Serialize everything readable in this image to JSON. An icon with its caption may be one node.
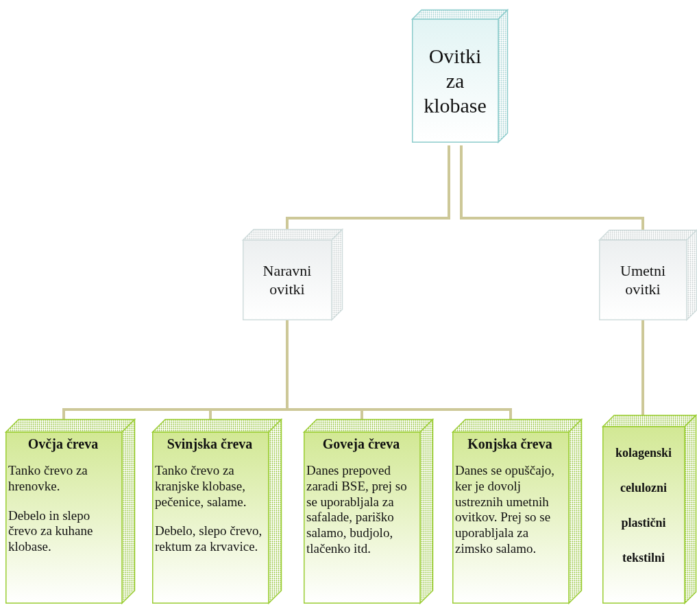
{
  "diagram": {
    "nodes": [
      {
        "text": [
          "Ovitki za klobase"
        ]
      },
      {
        "text": [
          "Naravni ovitki"
        ]
      },
      {
        "text": [
          "Umetni ovitki"
        ]
      },
      {
        "text": [
          "Ovčja čreva",
          "Tanko črevo za hrenovke.",
          "Debelo in slepo črevo za kuhane klobase."
        ]
      },
      {
        "text": [
          "Svinjska čreva",
          "Tanko črevo za kranjske klobase, pečenice, salame.",
          "Debelo, slepo črevo, rektum za krvavice."
        ]
      },
      {
        "text": [
          "Goveja čreva",
          "Danes prepoved zaradi BSE, prej so se uporabljala za safalade, pariško salamo, budjolo, tlačenko itd."
        ]
      },
      {
        "text": [
          "Konjska čreva",
          "Danes se opuščajo, ker je dovolj ustreznih umetnih ovitkov. Prej so se uporabljala za zimsko salamo."
        ]
      },
      {
        "text": [
          "kolagenski",
          "celulozni",
          "plastični",
          "tekstilni"
        ]
      }
    ],
    "edges": [
      {
        "from": 0,
        "to": 1,
        "arrow": "none"
      },
      {
        "from": 0,
        "to": 2,
        "arrow": "none"
      },
      {
        "from": 1,
        "to": 3,
        "arrow": "none"
      },
      {
        "from": 1,
        "to": 4,
        "arrow": "none"
      },
      {
        "from": 1,
        "to": 5,
        "arrow": "none"
      },
      {
        "from": 1,
        "to": 6,
        "arrow": "none"
      },
      {
        "from": 2,
        "to": 7,
        "arrow": "none"
      }
    ]
  }
}
